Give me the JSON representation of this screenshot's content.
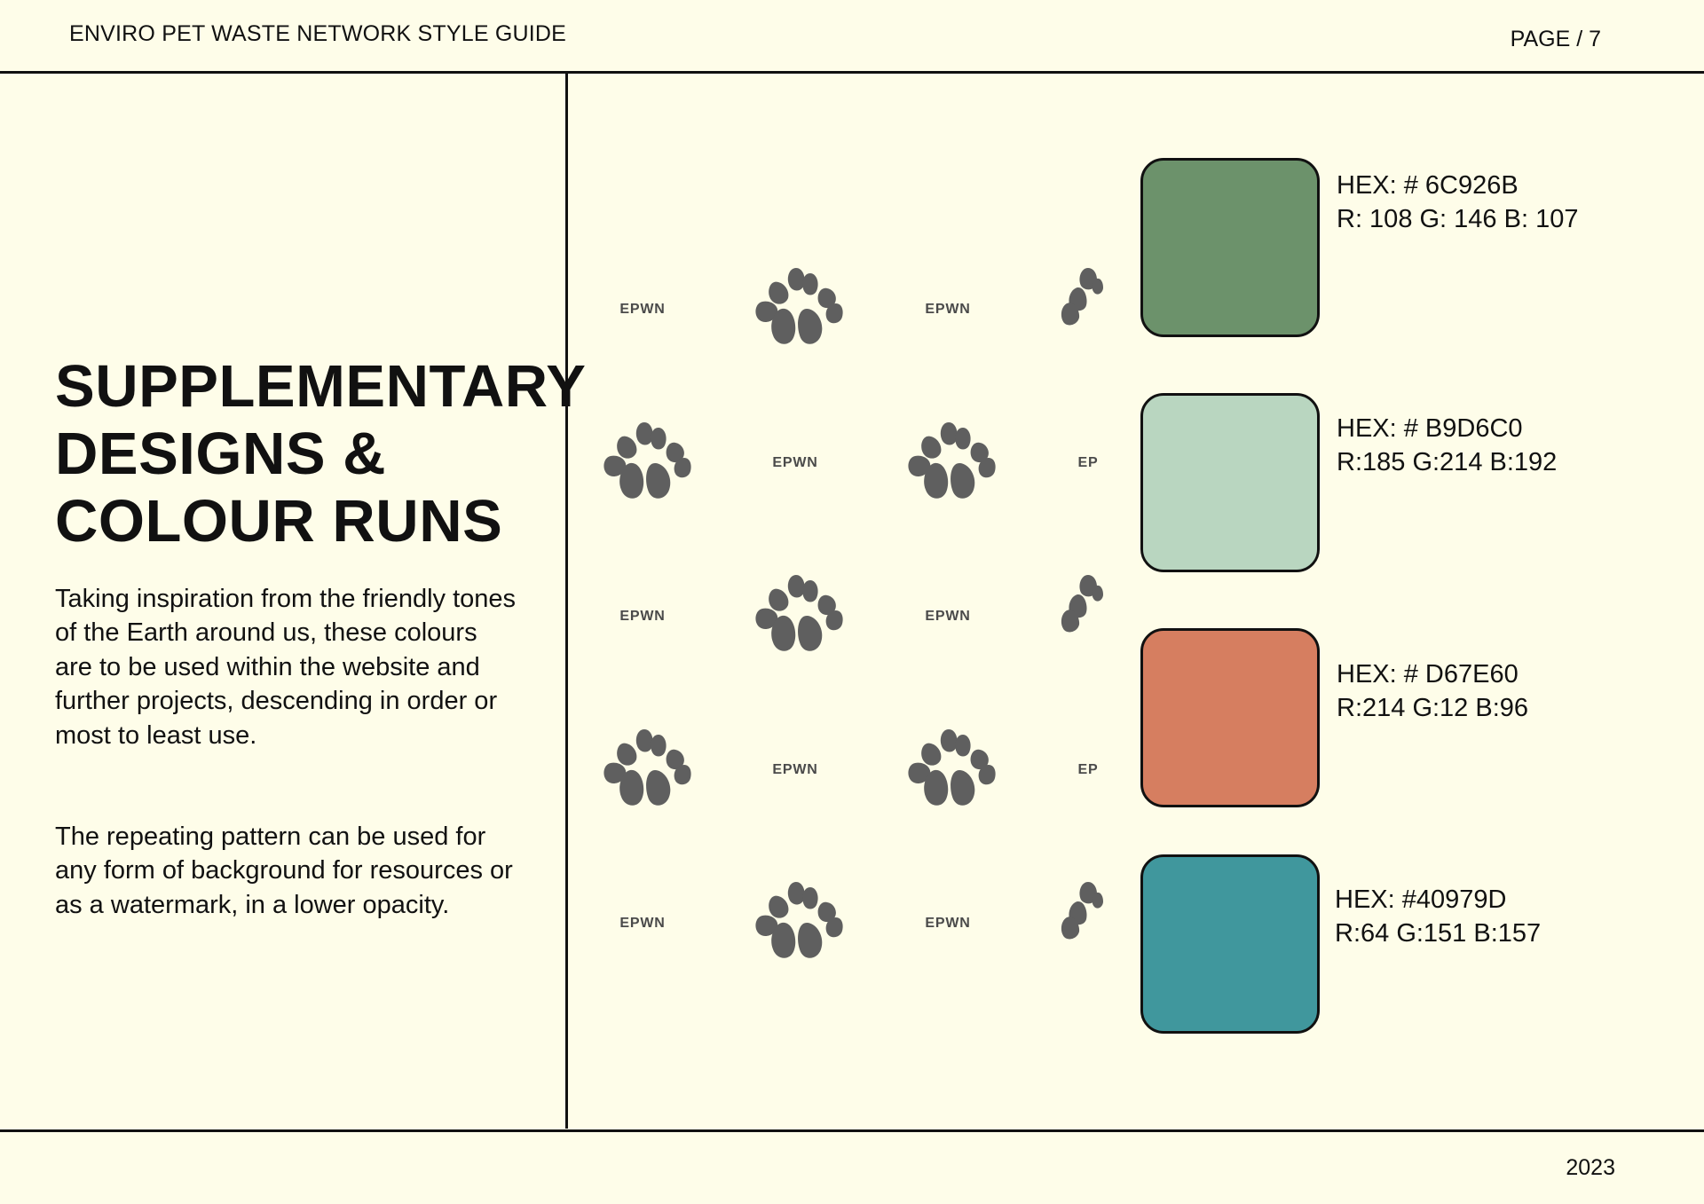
{
  "header": {
    "title": "ENVIRO PET WASTE NETWORK STYLE GUIDE",
    "page": "PAGE / 7"
  },
  "main": {
    "title_lines": [
      "SUPPLEMENTARY",
      "DESIGNS &",
      "COLOUR RUNS"
    ],
    "paragraph1": "Taking inspiration from the friendly tones of the Earth around us, these colours are to be used within the website and further projects, descending in order or most to least use.",
    "paragraph2": "The repeating pattern can be used for any form of background for resources or as a watermark, in a lower opacity."
  },
  "pattern": {
    "label_full": "EPWN",
    "label_cut": "EP",
    "paw_icon": "paw-print-icon",
    "color": "#5f5f5f"
  },
  "swatches": [
    {
      "color": "#6C926B",
      "hex": "HEX: # 6C926B",
      "rgb": "R: 108 G: 146 B: 107"
    },
    {
      "color": "#B9D6C0",
      "hex": "HEX: # B9D6C0",
      "rgb": "R:185 G:214 B:192"
    },
    {
      "color": "#D67E60",
      "hex": "HEX: # D67E60",
      "rgb": "R:214 G:12 B:96"
    },
    {
      "color": "#40979D",
      "hex": "HEX: #40979D",
      "rgb": "R:64 G:151 B:157"
    }
  ],
  "footer": {
    "year": "2023"
  }
}
